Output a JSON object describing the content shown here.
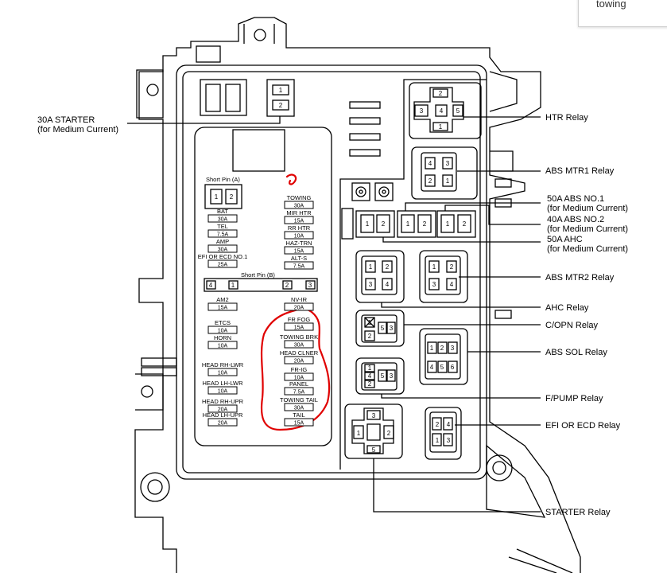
{
  "search_popup": {
    "text": "towing"
  },
  "callouts": {
    "starter_30a_l1": "30A STARTER",
    "starter_30a_l2": "(for Medium Current)",
    "htr_relay": "HTR Relay",
    "abs_mtr1_relay": "ABS MTR1 Relay",
    "abs_no1_l1": "50A ABS NO.1",
    "abs_no1_l2": "(for Medium Current)",
    "abs_no2_l1": "40A ABS NO.2",
    "abs_no2_l2": "(for Medium Current)",
    "ahc_50a_l1": "50A AHC",
    "ahc_50a_l2": "(for Medium Current)",
    "abs_mtr2_relay": "ABS MTR2 Relay",
    "ahc_relay": "AHC Relay",
    "c_opn_relay": "C/OPN Relay",
    "abs_sol_relay": "ABS SOL Relay",
    "f_pump_relay": "F/PUMP Relay",
    "efi_ecd_relay": "EFI OR ECD Relay",
    "starter_relay": "STARTER Relay"
  },
  "short_pin_a": {
    "label": "Short Pin (A)",
    "pins": [
      "1",
      "2"
    ]
  },
  "short_pin_b": {
    "label": "Short Pin (B)",
    "pins": [
      "4",
      "1",
      "2",
      "3"
    ]
  },
  "starter_fuse_pins": [
    "1",
    "2"
  ],
  "fuses_left": [
    {
      "name": "BAT",
      "rating": "30A"
    },
    {
      "name": "TEL",
      "rating": "7.5A"
    },
    {
      "name": "AMP",
      "rating": "30A"
    },
    {
      "name": "EFI OR ECD NO.1",
      "rating": "25A"
    },
    {
      "name": "AM2",
      "rating": "15A"
    },
    {
      "name": "ETCS",
      "rating": "10A"
    },
    {
      "name": "HORN",
      "rating": "10A"
    },
    {
      "name": "HEAD RH-LWR",
      "rating": "10A"
    },
    {
      "name": "HEAD LH-LWR",
      "rating": "10A"
    },
    {
      "name": "HEAD RH-UPR",
      "rating": "20A"
    },
    {
      "name": "HEAD LH-UPR",
      "rating": "20A"
    }
  ],
  "fuses_right": [
    {
      "name": "TOWING",
      "rating": "30A"
    },
    {
      "name": "MIR HTR",
      "rating": "15A"
    },
    {
      "name": "RR HTR",
      "rating": "10A"
    },
    {
      "name": "HAZ-TRN",
      "rating": "15A"
    },
    {
      "name": "ALT-S",
      "rating": "7.5A"
    },
    {
      "name": "NV-IR",
      "rating": "20A"
    },
    {
      "name": "FR FOG",
      "rating": "15A"
    },
    {
      "name": "TOWING BRK",
      "rating": "30A"
    },
    {
      "name": "HEAD CLNER",
      "rating": "20A"
    },
    {
      "name": "FR-IG",
      "rating": "10A"
    },
    {
      "name": "PANEL",
      "rating": "7.5A"
    },
    {
      "name": "TOWING TAIL",
      "rating": "30A"
    },
    {
      "name": "TAIL",
      "rating": "15A"
    }
  ],
  "relay_pins": {
    "htr": [
      "2",
      "3",
      "4",
      "5",
      "1"
    ],
    "abs_mtr1": [
      "4",
      "3",
      "2",
      "1"
    ],
    "fuse_med_a": [
      "1",
      "2"
    ],
    "fuse_med_b": [
      "1",
      "2"
    ],
    "fuse_med_c": [
      "1",
      "2"
    ],
    "ahc": [
      "1",
      "2",
      "3",
      "4"
    ],
    "abs_mtr2": [
      "1",
      "2",
      "3",
      "4"
    ],
    "c_opn": [
      "1",
      "5",
      "3",
      "2"
    ],
    "abs_sol": [
      "1",
      "2",
      "3",
      "4",
      "5",
      "6"
    ],
    "f_pump": [
      "1",
      "5",
      "3",
      "4",
      "2"
    ],
    "efi_ecd": [
      "2",
      "4",
      "1",
      "3"
    ],
    "starter": [
      "3",
      "1",
      "2",
      "5"
    ]
  },
  "colors": {
    "line": "#000000",
    "markup": "#e00000",
    "background": "#ffffff"
  }
}
